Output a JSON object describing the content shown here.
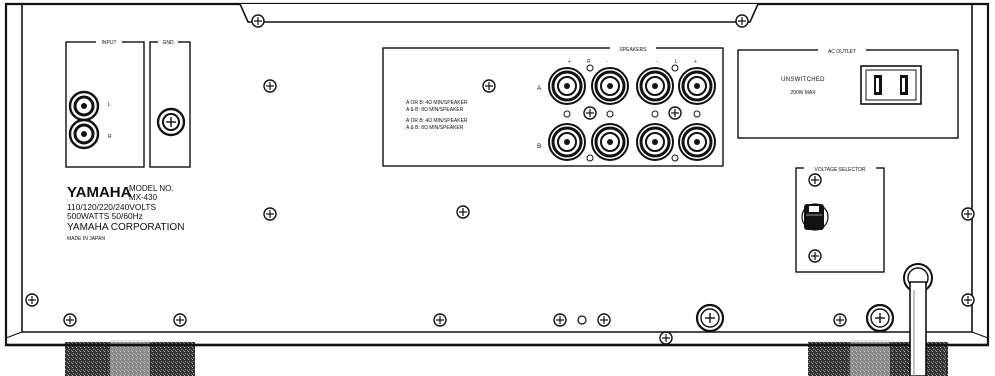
{
  "panel": {
    "input_title": "INPUT",
    "gnd_title": "GND",
    "input_l": "L",
    "input_r": "R",
    "speakers_title": "SPEAKERS",
    "speakers_row_a": "A",
    "speakers_row_b": "B",
    "speakers_pos_1": "+",
    "speakers_r": "R",
    "speakers_neg_1": "-",
    "speakers_neg_2": "-",
    "speakers_l": "L",
    "speakers_pos_2": "+",
    "speaker_notes": [
      "A OR B: 4Ω MIN/SPEAKER",
      "A & B: 8Ω MIN/SPEAKER",
      "A OR B: 4Ω MIN/SPEAKER",
      "A & B: 8Ω MIN/SPEAKER"
    ],
    "ac_outlet_title": "AC OUTLET",
    "unswitched": "UNSWITCHED",
    "max_watts": "200W MAX",
    "voltage_selector_title": "VOLTAGE SELECTOR",
    "brand": "YAMAHA",
    "model_no_label": "MODEL NO.",
    "model_no": "MX-430",
    "volts": "110/120/220/240VOLTS",
    "watts": "500WATTS  50/60Hz",
    "corporation": "YAMAHA CORPORATION",
    "made_in": "MADE IN JAPAN"
  },
  "colors": {
    "ink": "#111111",
    "paper": "#ffffff",
    "feet": "#2a2a2a"
  }
}
